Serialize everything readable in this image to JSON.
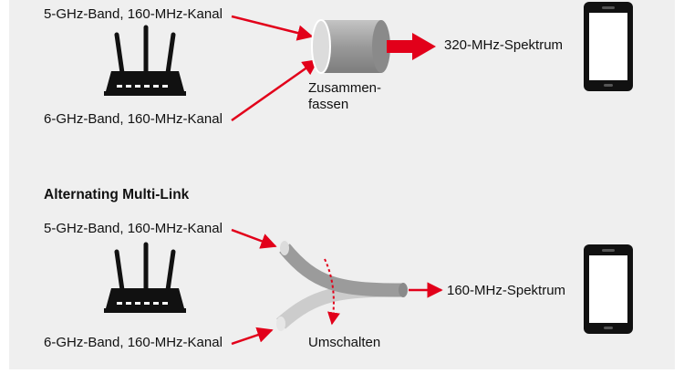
{
  "colors": {
    "background": "#efefef",
    "arrow": "#e2001a",
    "device": "#111111",
    "cable": "#9b9b9b",
    "cable_light": "#c9c9c9",
    "text": "#111111"
  },
  "top": {
    "link_5ghz": "5-GHz-Band, 160-MHz-Kanal",
    "link_6ghz": "6-GHz-Band, 160-MHz-Kanal",
    "merge_label_line1": "Zusammen-",
    "merge_label_line2": "fassen",
    "result": "320-MHz-Spektrum",
    "icons": [
      "router-icon",
      "cylinder-icon",
      "smartphone-icon"
    ]
  },
  "bottom": {
    "heading": "Alternating Multi-Link",
    "link_5ghz": "5-GHz-Band, 160-MHz-Kanal",
    "link_6ghz": "6-GHz-Band, 160-MHz-Kanal",
    "switch_label": "Umschalten",
    "result": "160-MHz-Spektrum",
    "icons": [
      "router-icon",
      "cable-switch-icon",
      "smartphone-icon"
    ]
  }
}
